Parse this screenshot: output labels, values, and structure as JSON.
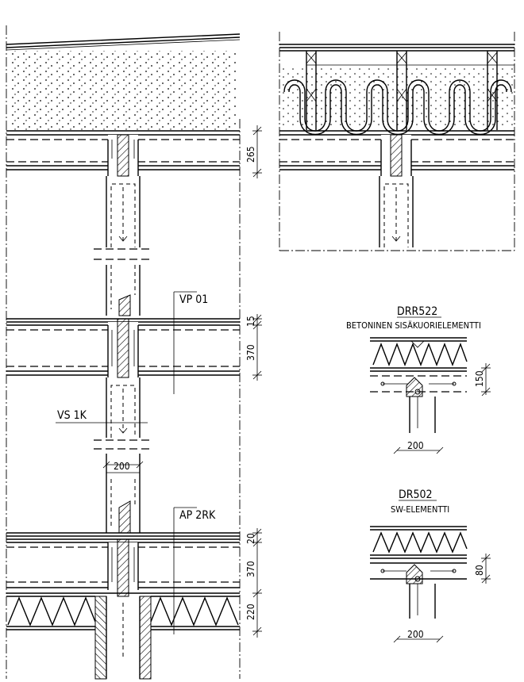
{
  "labels": {
    "vp": "VP 01",
    "vs": "VS 1K",
    "ap": "AP 2RK"
  },
  "dimensions": {
    "d265": "265",
    "d15": "15",
    "d370a": "370",
    "d200a": "200",
    "d20": "20",
    "d370b": "370",
    "d220": "220"
  },
  "details": {
    "drr": {
      "code": "DRR522",
      "name": "BETONINEN SISÄKUORIELEMENTTI",
      "height": "150",
      "width": "200"
    },
    "dr": {
      "code": "DR502",
      "name": "SW-ELEMENTTI",
      "height": "80",
      "width": "200"
    }
  }
}
